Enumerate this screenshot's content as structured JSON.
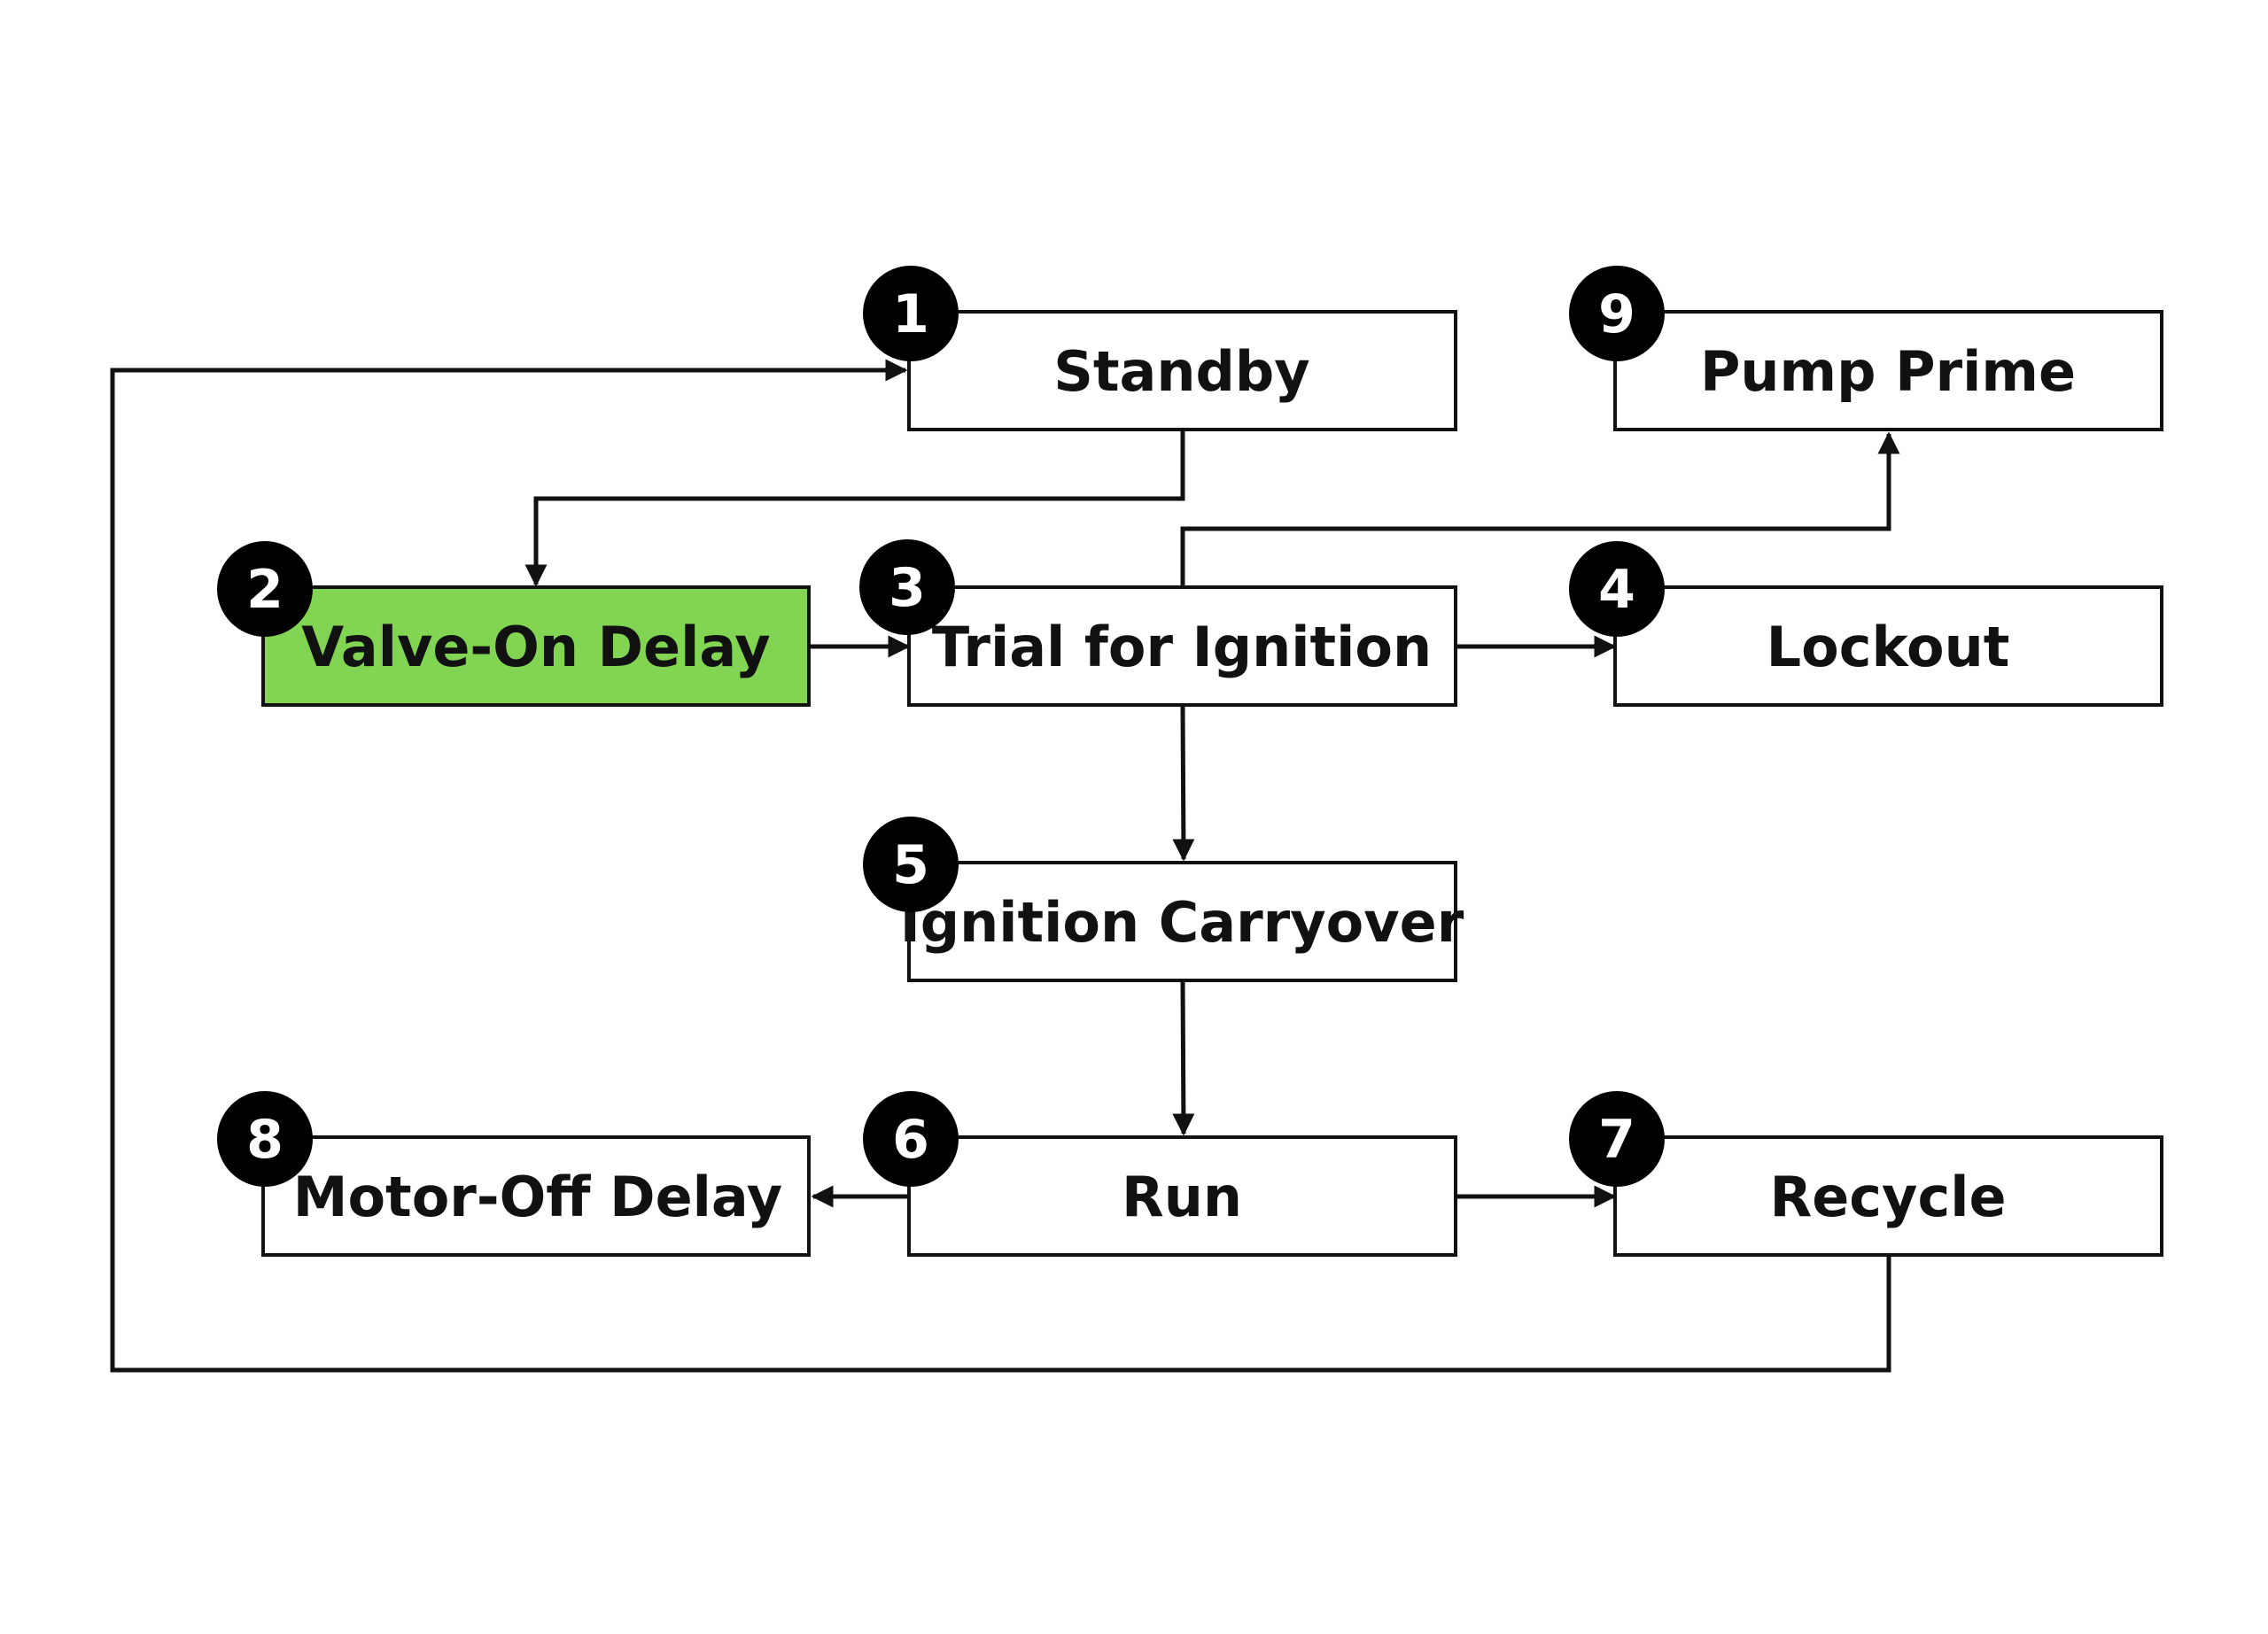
{
  "states": [
    {
      "number": "1",
      "label": "Standby"
    },
    {
      "number": "2",
      "label": "Valve-On Delay"
    },
    {
      "number": "3",
      "label": "Trial for Ignition"
    },
    {
      "number": "4",
      "label": "Lockout"
    },
    {
      "number": "5",
      "label": "Ignition Carryover"
    },
    {
      "number": "6",
      "label": "Run"
    },
    {
      "number": "7",
      "label": "Recycle"
    },
    {
      "number": "8",
      "label": "Motor-Off Delay"
    },
    {
      "number": "9",
      "label": "Pump Prime"
    }
  ],
  "colors": {
    "active_state": "#82d553",
    "badge": "#000000",
    "line": "#111111"
  }
}
